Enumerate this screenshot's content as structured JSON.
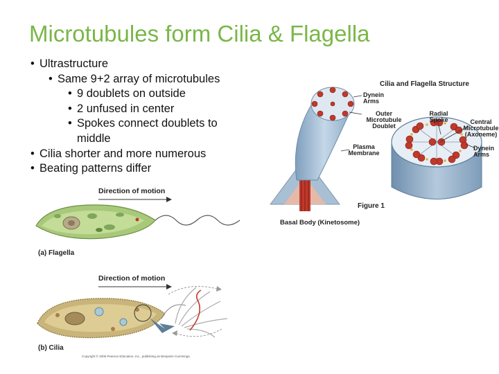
{
  "slide": {
    "title": "Microtubules form Cilia & Flagella",
    "bullets": [
      "Ultrastructure",
      "Same 9+2 array of microtubules",
      "9 doublets on outside",
      "2 unfused in center",
      "Spokes connect doublets to middle",
      "Cilia shorter and more numerous",
      "Beating patterns differ"
    ]
  },
  "figure_motion": {
    "direction_label_top": "Direction of motion",
    "direction_label_bottom": "Direction of motion",
    "flagella_caption": "(a) Flagella",
    "cilia_caption": "(b) Cilia",
    "copyright": "Copyright © 2006 Pearson Education, Inc., publishing as Benjamin Cummings."
  },
  "figure_structure": {
    "title": "Cilia and Flagella Structure",
    "dynein_arms_left": "Dynein Arms",
    "outer_doublet": "Outer Microtubule Doublet",
    "plasma_membrane": "Plasma Membrane",
    "radial_spoke": "Radial Spoke",
    "central_microtubule": "Central Microtubule (Axoneme)",
    "dynein_arms_right": "Dynein Arms",
    "figure_number": "Figure 1",
    "basal_body": "Basal Body (Kinetosome)"
  }
}
